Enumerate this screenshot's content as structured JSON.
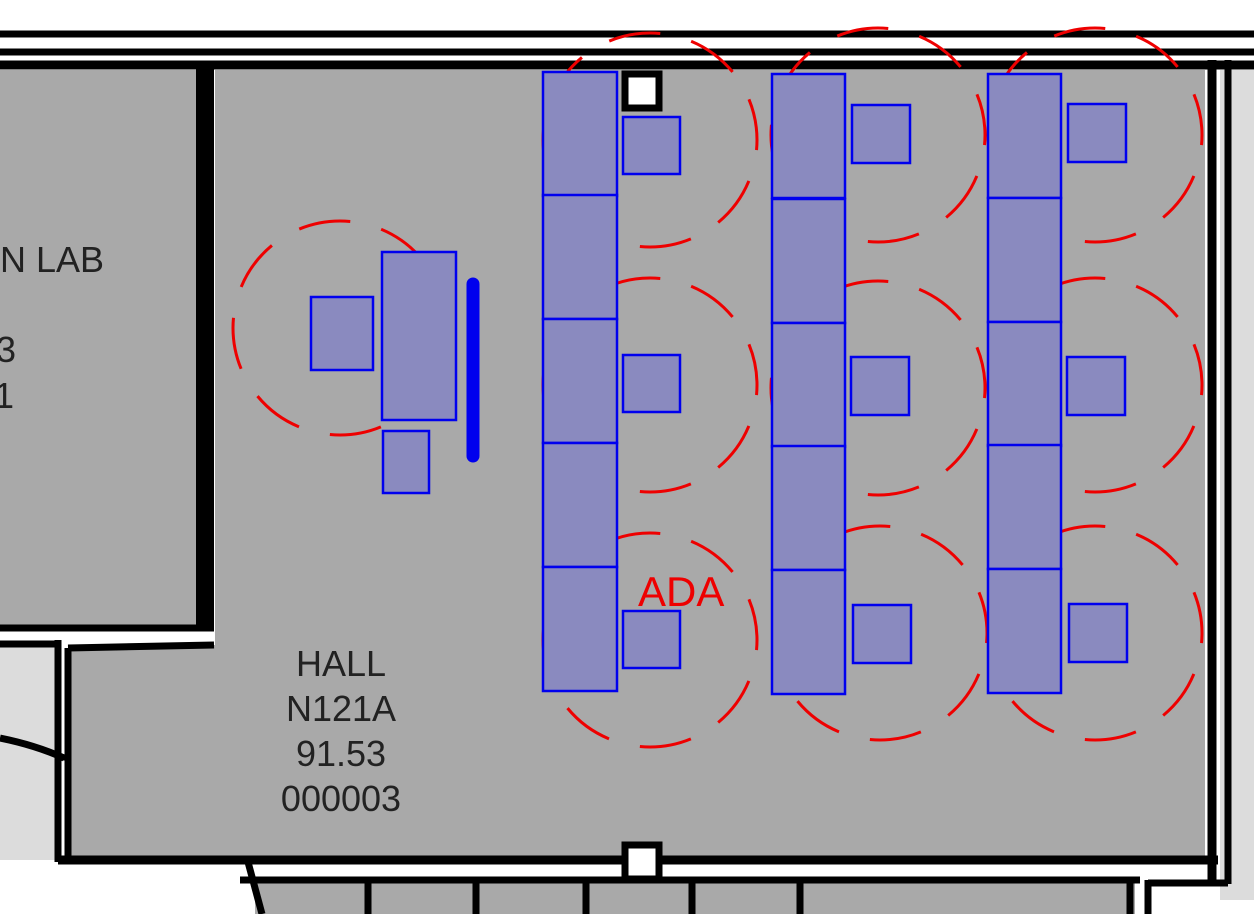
{
  "colors": {
    "floor": "#a9a9a9",
    "corridor": "#dcdcdc",
    "wall": "#000000",
    "furniture_fill": "#8a8abf",
    "furniture_stroke": "#0000ee",
    "clearance_arc": "#ee0000",
    "text": "#222222"
  },
  "left_room": {
    "name_fragment": "N LAB",
    "line2_fragment": "3",
    "line3_fragment": "1"
  },
  "room": {
    "name": "HALL",
    "number": "N121A",
    "area": "91.53",
    "code": "000003"
  },
  "ada_label": "ADA"
}
